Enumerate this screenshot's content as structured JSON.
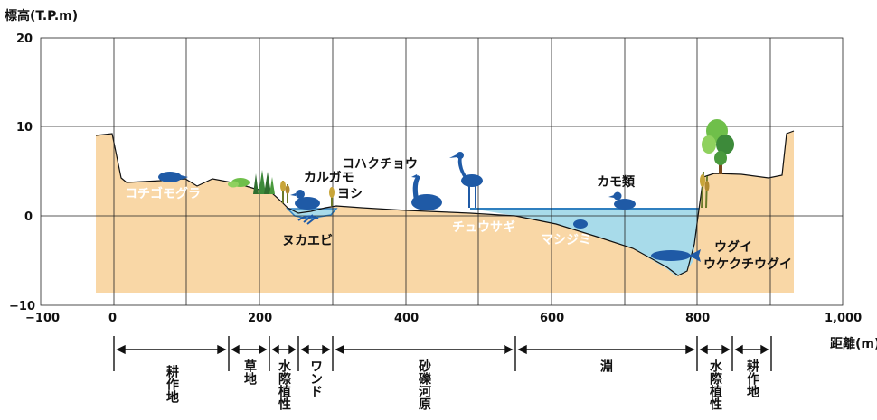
{
  "diagram": {
    "y_axis_label": "標高(T.P.m)",
    "x_axis_label": "距離(m)",
    "y_ticks": [
      "20",
      "10",
      "0",
      "−10"
    ],
    "x_ticks": [
      "−100",
      "0",
      "200",
      "400",
      "600",
      "800",
      "1,000"
    ],
    "x_range": [
      -100,
      1000
    ],
    "y_range": [
      -10,
      20
    ],
    "colors": {
      "ground": "#f9d7a6",
      "water": "#a8dbea",
      "water_line": "#2f7fbf",
      "animal": "#1f5aa6",
      "grid": "#222222"
    }
  },
  "species_labels": [
    "コハクチョウ",
    "カルガモ",
    "ヨシ",
    "カモ類",
    "コチゴモグラ",
    "ヌカエビ",
    "チュウサギ",
    "マシジミ",
    "ウグイ",
    "ウケクチウグイ"
  ],
  "zones": [
    {
      "label": "耕作地",
      "from": 0,
      "to": 155
    },
    {
      "label": "草地",
      "from": 155,
      "to": 210
    },
    {
      "label": "水際植性",
      "from": 210,
      "to": 250
    },
    {
      "label": "ワンド",
      "from": 250,
      "to": 300
    },
    {
      "label": "砂礫河原",
      "from": 300,
      "to": 545
    },
    {
      "label": "淵",
      "from": 545,
      "to": 800
    },
    {
      "label": "水際植性",
      "from": 800,
      "to": 850
    },
    {
      "label": "耕作地",
      "from": 850,
      "to": 900
    }
  ]
}
